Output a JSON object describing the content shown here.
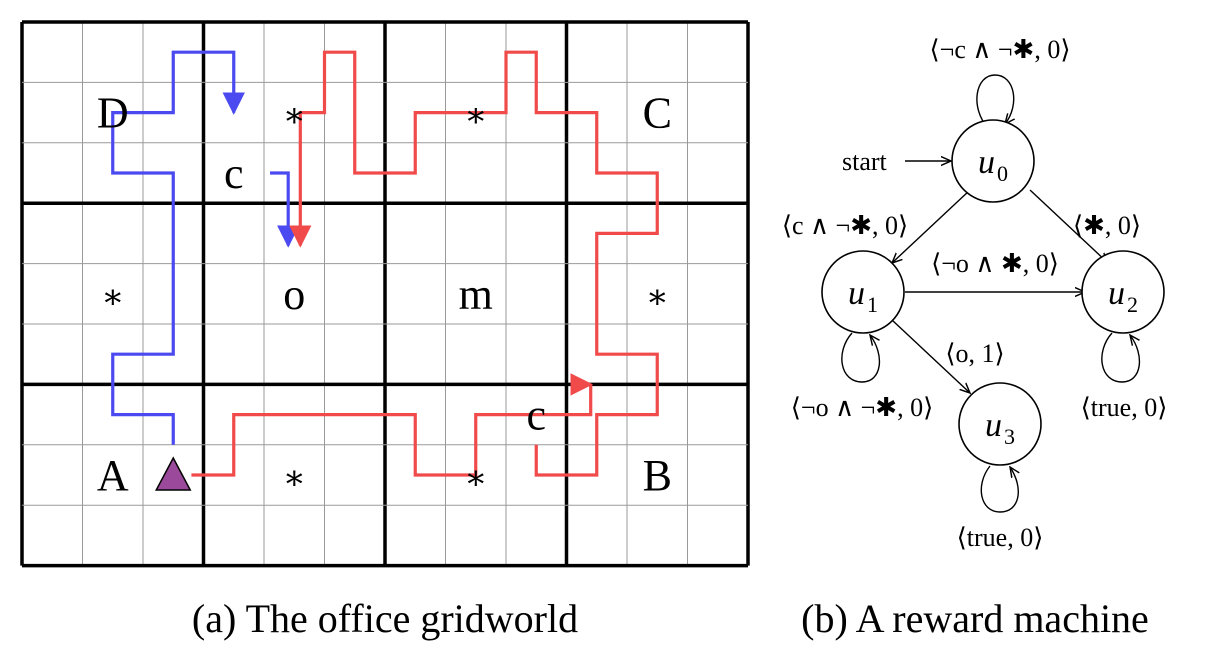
{
  "gridworld": {
    "caption": "(a) The office gridworld",
    "cols": 12,
    "rows": 9,
    "cell_labels": [
      {
        "text": "D",
        "col": 1,
        "row": 1,
        "kind": "letter"
      },
      {
        "text": "C",
        "col": 10,
        "row": 1,
        "kind": "letter"
      },
      {
        "text": "A",
        "col": 1,
        "row": 7,
        "kind": "letter"
      },
      {
        "text": "B",
        "col": 10,
        "row": 7,
        "kind": "letter"
      },
      {
        "text": "c",
        "col": 3.5,
        "row": 2,
        "kind": "letter"
      },
      {
        "text": "c",
        "col": 8.5,
        "row": 6,
        "kind": "letter"
      },
      {
        "text": "o",
        "col": 4.5,
        "row": 4,
        "kind": "letter"
      },
      {
        "text": "m",
        "col": 7.5,
        "row": 4,
        "kind": "letter"
      },
      {
        "text": "∗",
        "col": 4.5,
        "row": 1,
        "kind": "star"
      },
      {
        "text": "∗",
        "col": 7.5,
        "row": 1,
        "kind": "star"
      },
      {
        "text": "∗",
        "col": 1.5,
        "row": 4,
        "kind": "star"
      },
      {
        "text": "∗",
        "col": 10.5,
        "row": 4,
        "kind": "star"
      },
      {
        "text": "∗",
        "col": 4.5,
        "row": 7,
        "kind": "star"
      },
      {
        "text": "∗",
        "col": 7.5,
        "row": 7,
        "kind": "star"
      }
    ],
    "agent": {
      "col": 2.5,
      "row": 7.5,
      "color": "#9b4a9b"
    },
    "blue_path": {
      "color": "#4a4af0",
      "points": [
        [
          2.5,
          7
        ],
        [
          2.5,
          6.5
        ],
        [
          1.5,
          6.5
        ],
        [
          1.5,
          5.5
        ],
        [
          2.5,
          5.5
        ],
        [
          2.5,
          2.5
        ],
        [
          1.5,
          2.5
        ],
        [
          1.5,
          1.5
        ],
        [
          2.5,
          1.5
        ],
        [
          2.5,
          0.5
        ],
        [
          3.5,
          0.5
        ],
        [
          3.5,
          1.5
        ]
      ],
      "points2": [
        [
          4.1,
          2.5
        ],
        [
          4.4,
          2.5
        ],
        [
          4.4,
          3.7
        ]
      ]
    },
    "red_path": {
      "color": "#f04a4a",
      "points": [
        [
          2.8,
          7.5
        ],
        [
          3.5,
          7.5
        ],
        [
          3.5,
          6.5
        ],
        [
          6.5,
          6.5
        ],
        [
          6.5,
          7.5
        ],
        [
          7.5,
          7.5
        ],
        [
          7.5,
          6.5
        ],
        [
          9.4,
          6.5
        ],
        [
          9.4,
          6.0
        ],
        [
          9.4,
          6.0
        ]
      ],
      "loop": [
        [
          8.5,
          7.0
        ],
        [
          8.5,
          7.5
        ],
        [
          9.5,
          7.5
        ],
        [
          9.5,
          6.5
        ],
        [
          10.5,
          6.5
        ],
        [
          10.5,
          5.5
        ],
        [
          9.5,
          5.5
        ],
        [
          9.5,
          3.5
        ],
        [
          10.5,
          3.5
        ],
        [
          10.5,
          2.5
        ],
        [
          9.5,
          2.5
        ],
        [
          9.5,
          1.5
        ],
        [
          8.5,
          1.5
        ],
        [
          8.5,
          0.5
        ],
        [
          8.0,
          0.5
        ],
        [
          8.0,
          1.5
        ],
        [
          6.5,
          1.5
        ],
        [
          6.5,
          2.5
        ],
        [
          5.5,
          2.5
        ],
        [
          5.5,
          1.5
        ],
        [
          5.5,
          0.5
        ],
        [
          5.0,
          0.5
        ],
        [
          5.0,
          1.5
        ],
        [
          4.6,
          1.5
        ],
        [
          4.6,
          3.7
        ]
      ]
    }
  },
  "reward_machine": {
    "caption": "(b) A reward machine",
    "start_label": "start",
    "nodes": [
      {
        "id": "u0",
        "base": "u",
        "sub": "0"
      },
      {
        "id": "u1",
        "base": "u",
        "sub": "1"
      },
      {
        "id": "u2",
        "base": "u",
        "sub": "2"
      },
      {
        "id": "u3",
        "base": "u",
        "sub": "3"
      }
    ],
    "edge_labels": {
      "u0_self": "⟨¬c ∧ ¬✱, 0⟩",
      "u0_u1": "⟨c ∧ ¬✱, 0⟩",
      "u0_u2": "⟨✱, 0⟩",
      "u1_u2": "⟨¬o ∧ ✱, 0⟩",
      "u1_u3": "⟨o, 1⟩",
      "u1_self": "⟨¬o ∧ ¬✱, 0⟩",
      "u2_self": "⟨true, 0⟩",
      "u3_self": "⟨true, 0⟩"
    }
  }
}
